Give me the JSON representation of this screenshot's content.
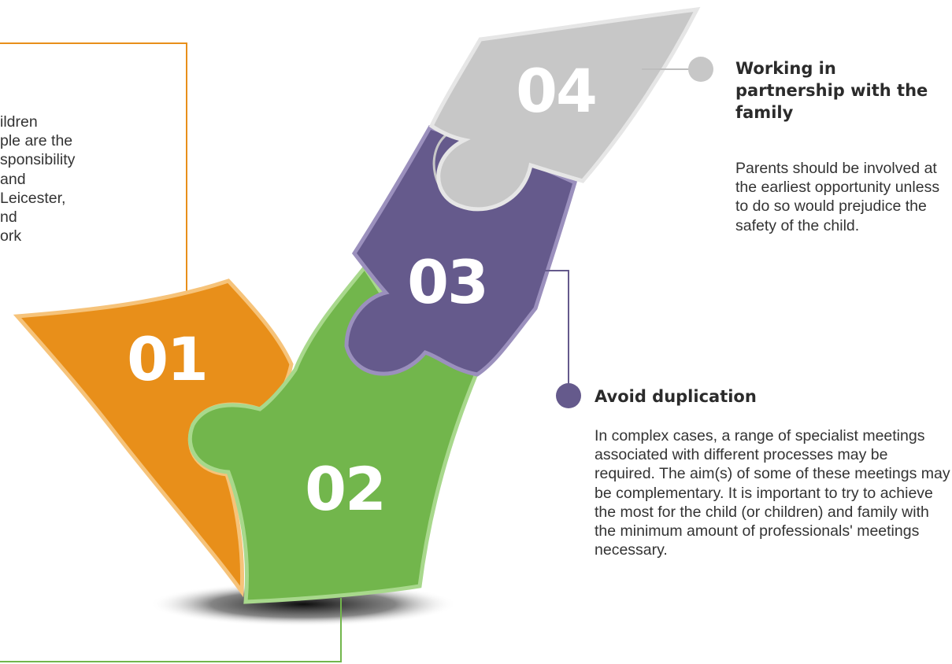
{
  "pieces": [
    {
      "number": "01",
      "color": "#e88f1a"
    },
    {
      "number": "02",
      "color": "#72b64c"
    },
    {
      "number": "03",
      "color": "#655a8c"
    },
    {
      "number": "04",
      "color": "#c7c7c7"
    }
  ],
  "left_box": {
    "lines": [
      "ildren",
      "ple are the",
      "sponsibility",
      "and",
      "Leicester,",
      "nd",
      "ork"
    ],
    "border_color": "#e88f1a"
  },
  "step04": {
    "heading": "Working in partnership with the family",
    "body": "Parents should be involved at the earliest opportunity unless to do so would prejudice the safety of the child."
  },
  "step03": {
    "heading": "Avoid duplication",
    "body": "In complex cases, a range of specialist meetings associated with different processes may be required. The aim(s) of some of these meetings may be complementary. It is important to try to achieve the most for the child (or children) and family with the minimum amount of professionals' meetings necessary."
  }
}
